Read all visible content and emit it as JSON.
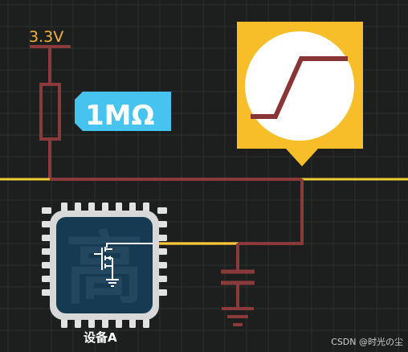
{
  "supply": {
    "label": "3.3V",
    "color": "#f4b43a"
  },
  "resistor": {
    "value_label": "1MΩ",
    "badge_color": "#47c3f0"
  },
  "chip": {
    "watermark_char": "高",
    "name_label": "设备A",
    "body_color": "#163a52",
    "frame_color": "#d8d8d8"
  },
  "scope": {
    "panel_color": "#f7be2a",
    "trace_color": "#8a3535",
    "trace_shape": "rising-edge"
  },
  "colors": {
    "bus_wire": "#f0cc33",
    "copper_wire": "#8a3a3a",
    "grid": "#2c302d"
  },
  "footer": {
    "credit": "CSDN @时光の尘"
  }
}
